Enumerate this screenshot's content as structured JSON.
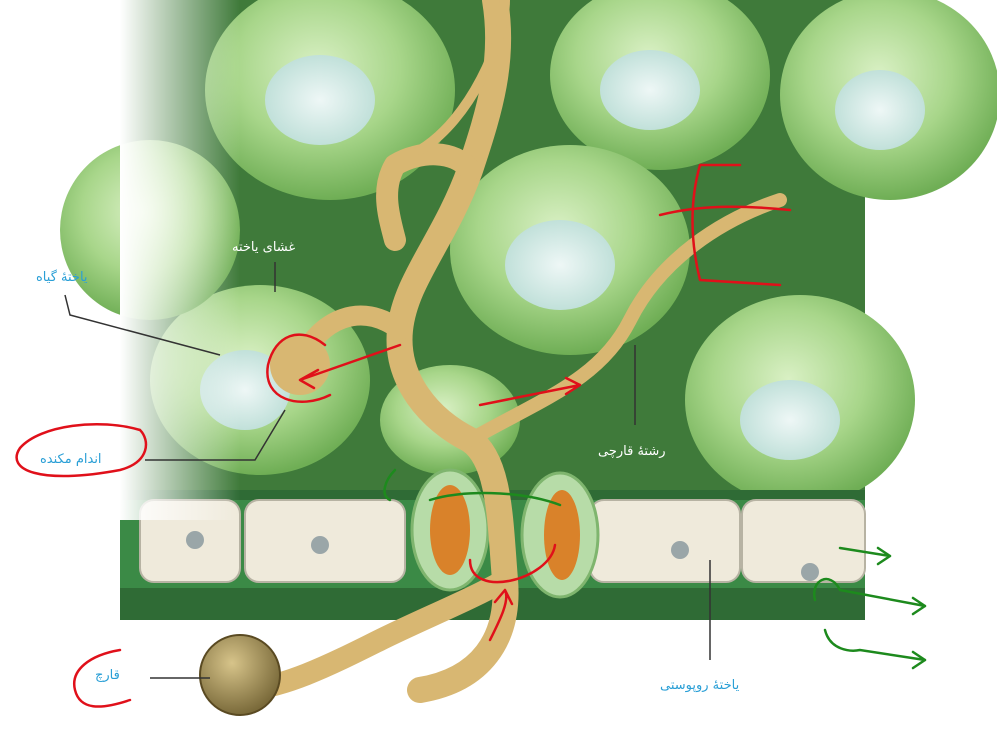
{
  "labels": {
    "plant_cell_membrane": "غشای یاخته",
    "plant_cell": "یاختهٔ گیاه",
    "haustorium": "اندام مکنده",
    "fungal_hypha": "رشتهٔ قارچی",
    "epidermal_cell": "یاختهٔ روپوستی",
    "fungus": "قارچ"
  },
  "colors": {
    "label_blue": "#2a9fd6",
    "annotation_red": "#e0101a",
    "annotation_green": "#1d8a1d",
    "cell_green": "#9ccf7e",
    "background_green": "#3f7a3a",
    "hypha_tan": "#d8b772"
  }
}
